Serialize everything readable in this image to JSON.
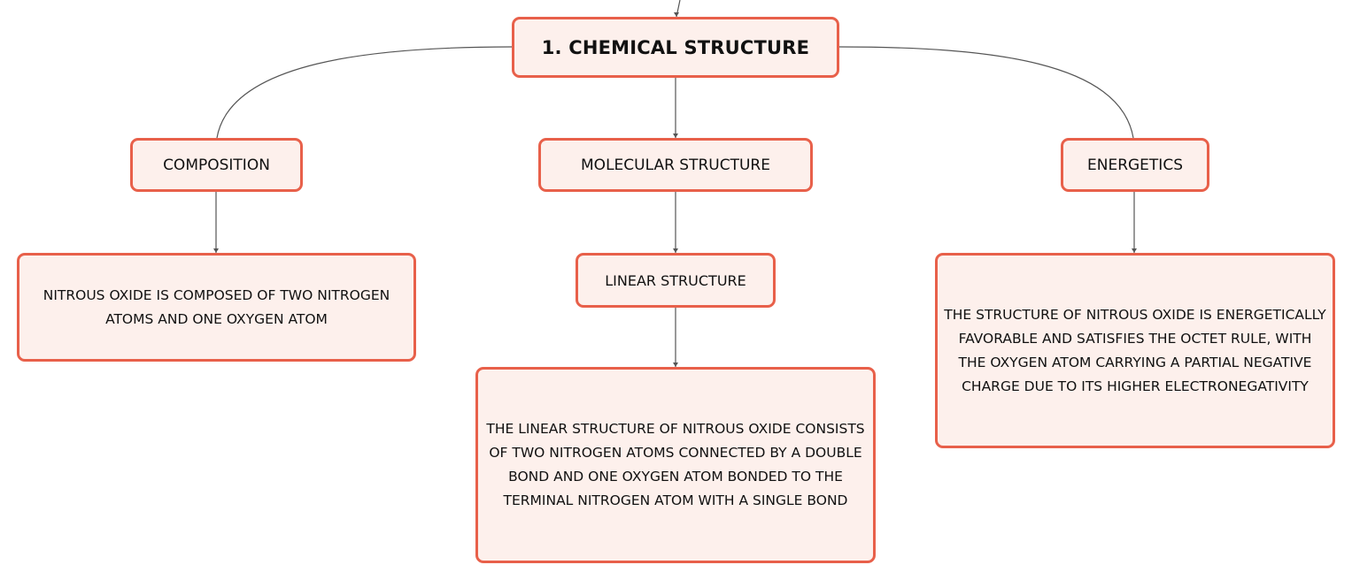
{
  "root": {
    "label": "1. CHEMICAL STRUCTURE"
  },
  "branches": {
    "composition": {
      "label": "COMPOSITION",
      "detail": "NITROUS OXIDE IS COMPOSED OF TWO NITROGEN ATOMS AND ONE OXYGEN ATOM"
    },
    "molecular_structure": {
      "label": "MOLECULAR STRUCTURE",
      "child": {
        "label": "LINEAR STRUCTURE",
        "detail": "THE LINEAR STRUCTURE OF NITROUS OXIDE CONSISTS OF TWO NITROGEN ATOMS CONNECTED BY A DOUBLE BOND AND ONE OXYGEN ATOM BONDED TO THE TERMINAL NITROGEN ATOM WITH A SINGLE BOND"
      }
    },
    "energetics": {
      "label": "ENERGETICS",
      "detail": "THE STRUCTURE OF NITROUS OXIDE IS ENERGETICALLY FAVORABLE AND SATISFIES THE OCTET RULE, WITH THE OXYGEN ATOM CARRYING A PARTIAL NEGATIVE CHARGE DUE TO ITS HIGHER ELECTRONEGATIVITY"
    }
  },
  "colors": {
    "node_border": "#e8604a",
    "node_fill": "#fdf0ec",
    "connector": "#555555"
  }
}
